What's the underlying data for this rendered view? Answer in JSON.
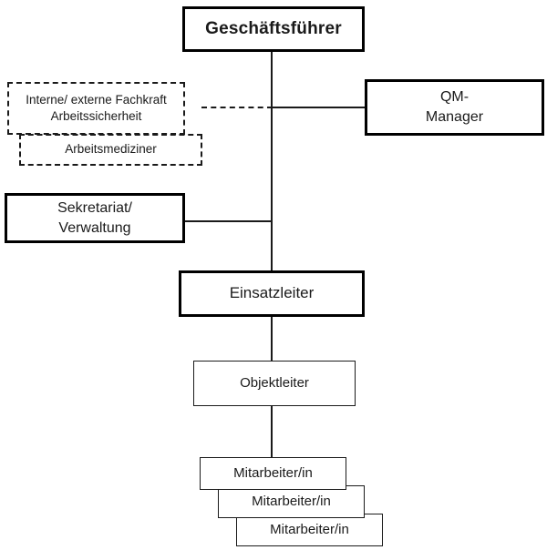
{
  "diagram": {
    "title": "Organigramm",
    "type": "organizational-chart",
    "background_color": "#ffffff",
    "line_color": "#1a1a1a"
  },
  "nodes": {
    "ceo": {
      "label": "Geschäftsführer",
      "border_style": "solid-bold"
    },
    "qm_manager": {
      "line1": "QM-",
      "line2": "Manager",
      "border_style": "solid-bold"
    },
    "fachkraft": {
      "line1": "Interne/ externe Fachkraft",
      "line2": "Arbeitssicherheit",
      "border_style": "dashed"
    },
    "arbeitsmediziner": {
      "label": "Arbeitsmediziner",
      "border_style": "dashed"
    },
    "sekretariat": {
      "line1": "Sekretariat/",
      "line2": "Verwaltung",
      "border_style": "solid-bold"
    },
    "einsatzleiter": {
      "label": "Einsatzleiter",
      "border_style": "solid-bold"
    },
    "objektleiter": {
      "label": "Objektleiter",
      "border_style": "solid-thin"
    },
    "mitarbeiter": [
      {
        "label": "Mitarbeiter/in"
      },
      {
        "label": "Mitarbeiter/in"
      },
      {
        "label": "Mitarbeiter/in"
      }
    ]
  }
}
